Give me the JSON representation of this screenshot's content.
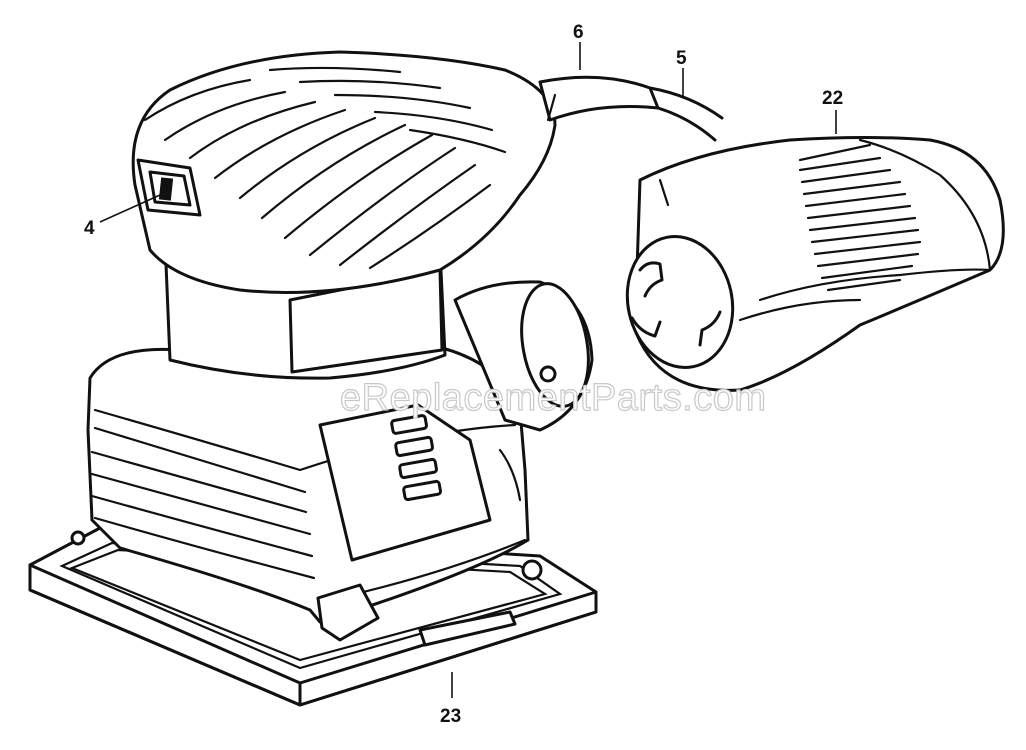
{
  "diagram": {
    "callouts": {
      "switch": "4",
      "cord": "5",
      "cord_protector": "6",
      "dust_canister": "22",
      "base_plate": "23"
    },
    "watermark": "eReplacementParts.com",
    "colors": {
      "ink": "#111111",
      "background": "#ffffff",
      "watermark": "#c8c8c8"
    }
  }
}
